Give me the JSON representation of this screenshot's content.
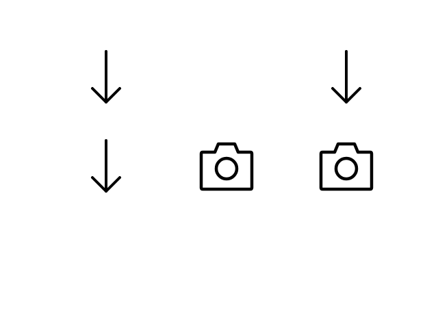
{
  "canvas": {
    "background": "#ffffff",
    "icon_color": "#000000"
  },
  "icons": [
    {
      "row": 1,
      "col": 1,
      "name": "arrow-down-icon"
    },
    {
      "row": 1,
      "col": 3,
      "name": "arrow-down-icon"
    },
    {
      "row": 2,
      "col": 1,
      "name": "arrow-down-icon"
    },
    {
      "row": 2,
      "col": 2,
      "name": "camera-icon"
    },
    {
      "row": 2,
      "col": 3,
      "name": "camera-icon"
    }
  ]
}
